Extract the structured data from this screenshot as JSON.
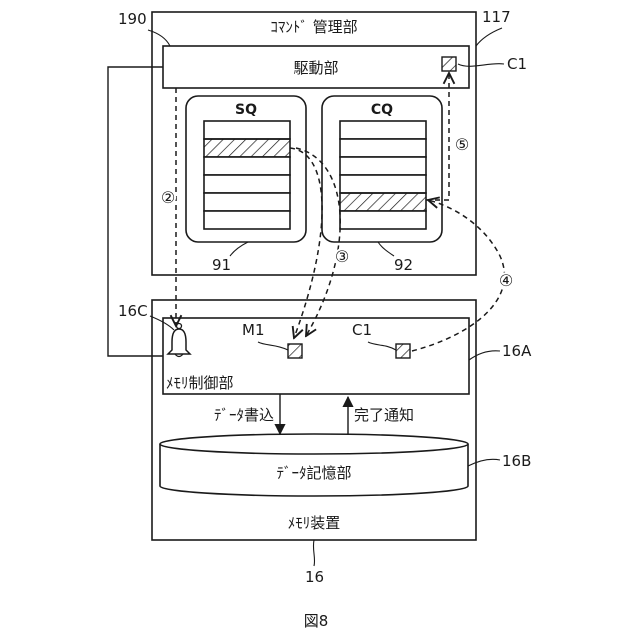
{
  "figure": {
    "caption": "図8"
  },
  "command_manager": {
    "label": "ｺﾏﾝﾄﾞ 管理部",
    "ref": "117"
  },
  "driver": {
    "label": "駆動部",
    "ref": "190",
    "flag_label": "C1"
  },
  "sq": {
    "label": "SQ",
    "ref": "91"
  },
  "cq": {
    "label": "CQ",
    "ref": "92"
  },
  "steps": {
    "s2": "②",
    "s3": "③",
    "s4": "④",
    "s5": "⑤"
  },
  "memory_device": {
    "label": "ﾒﾓﾘ装置",
    "ref": "16"
  },
  "memory_controller": {
    "label": "ﾒﾓﾘ制御部",
    "ref": "16A",
    "doorbell_ref": "16C",
    "m1_label": "M1",
    "c1_label": "C1"
  },
  "data_store": {
    "label": "ﾃﾞｰﾀ記憶部",
    "ref": "16B"
  },
  "arrows": {
    "write_label": "ﾃﾞｰﾀ書込",
    "complete_label": "完了通知"
  }
}
